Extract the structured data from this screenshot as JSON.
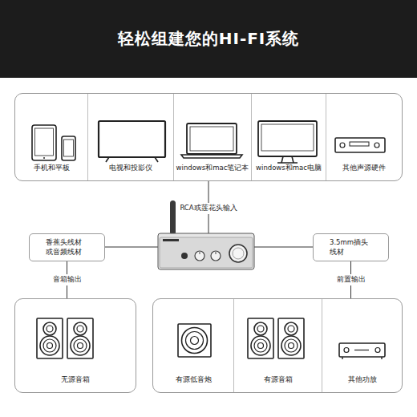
{
  "diagram": {
    "title": "轻松组建您的HI-FI系统",
    "nodes": [
      {
        "text": []
      },
      {
        "text": [
          "手机和平板"
        ],
        "in": 0
      },
      {
        "text": [
          "电视和投影仪"
        ],
        "in": 0
      },
      {
        "text": [
          "windows和mac笔记本"
        ],
        "in": 0
      },
      {
        "text": [
          "windows和mac电脑"
        ],
        "in": 0
      },
      {
        "text": [
          "其他声源硬件"
        ],
        "in": 0
      },
      {
        "text": [
          "香蕉头线材 或音频线材"
        ]
      },
      {
        "text": [
          "3.5mm插头 线材"
        ]
      },
      {
        "text": [
          "无源音箱"
        ]
      },
      {
        "text": []
      },
      {
        "text": [
          "有源低音炮"
        ],
        "in": 9
      },
      {
        "text": [
          "有源音箱"
        ],
        "in": 9
      },
      {
        "text": [
          "其他功放"
        ],
        "in": 9
      }
    ],
    "edges": [
      {
        "from": 6,
        "to": 8,
        "label": "音箱输出",
        "arrow": "none"
      },
      {
        "from": 7,
        "to": 9,
        "label": "前置输出",
        "arrow": "none"
      }
    ],
    "labels": [
      "RCA或莲花头输入"
    ]
  }
}
